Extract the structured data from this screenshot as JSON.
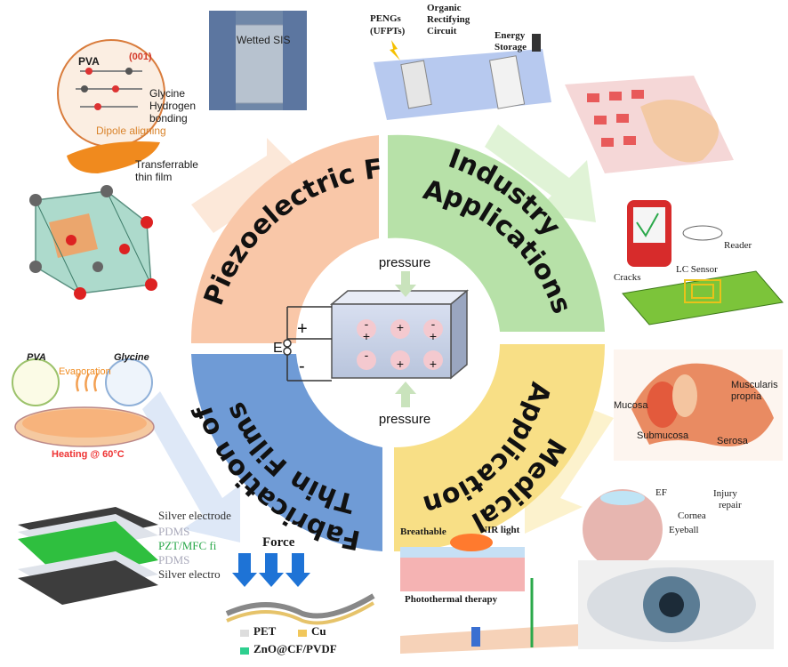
{
  "center": {
    "pressure_top": "pressure",
    "pressure_bottom": "pressure",
    "e_label": "E",
    "plus_terminal": "+",
    "minus_terminal": "-",
    "charges_top": [
      "-",
      "+",
      "-"
    ],
    "charges_mid": [
      "+",
      "+",
      "+"
    ],
    "charges_bottom": [
      "-",
      "+",
      "+"
    ]
  },
  "quadrants": {
    "piezo": "Piezoelectric Film",
    "industry_1": "Industry",
    "industry_2": "Applications",
    "medical_1": "Medical",
    "medical_2": "Applications",
    "fab_1": "Fabrication of",
    "fab_2": "Thin Films"
  },
  "colors": {
    "piezo": "#f9c7a8",
    "industry": "#b7e1a8",
    "medical": "#f8df86",
    "fabrication": "#6f9bd6"
  },
  "panels": {
    "wetted": "Wetted SIS",
    "glycine_film": {
      "pva": "PVA",
      "plane": "(001)",
      "glycine": "Glycine",
      "hydrogen": "Hydrogen",
      "bonding": "bonding",
      "dipole": "Dipole aligning",
      "transferrable": "Transferrable",
      "thin_film": "thin film"
    },
    "pengs": {
      "pengs": "PENGs",
      "ufpts": "(UFPTs)",
      "organic": "Organic",
      "rectifying": "Rectifying",
      "circuit": "Circuit",
      "energy": "Energy",
      "storage": "Storage"
    },
    "sensor": {
      "reader": "Reader",
      "cracks": "Cracks",
      "lc": "LC Sensor"
    },
    "gut": {
      "mucosa": "Mucosa",
      "muscularis": "Muscularis",
      "propria": "propria",
      "submucosa": "Submucosa",
      "serosa": "Serosa"
    },
    "eye": {
      "ef": "EF",
      "injury": "Injury",
      "repair": "repair",
      "cornea": "Cornea",
      "eyeball": "Eyeball"
    },
    "therapy": {
      "breathable": "Breathable",
      "nir": "NIR light",
      "photothermal": "Photothermal therapy"
    },
    "force": {
      "force": "Force",
      "pet": "PET",
      "cu": "Cu",
      "zno": "ZnO@CF/PVDF"
    },
    "layers": {
      "silver1": "Silver electrode",
      "pdms1": "PDMS",
      "pzt": "PZT/MFC fi",
      "pdms2": "PDMS",
      "silver2": "Silver electro"
    },
    "evaporation": {
      "pva": "PVA",
      "glycine": "Glycine",
      "evaporation": "Evaporation",
      "heating": "Heating @ 60°C"
    }
  }
}
